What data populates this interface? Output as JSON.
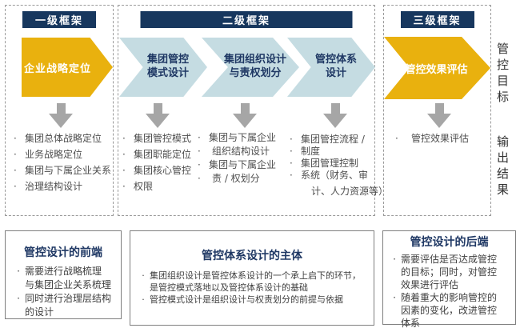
{
  "colors": {
    "navy": "#17375E",
    "title_navy": "#1F3864",
    "gold": "#E9B10E",
    "light_blue": "#C5DCE2",
    "arrow_gray": "#A6A6A6",
    "text_gray": "#4D4D4D",
    "box_text": "#404040",
    "border_dash": "#9A9A9A",
    "border_solid": "#7F7F7F",
    "side_label": "#333333"
  },
  "glyphs": {
    "bullet": "·"
  },
  "panels": {
    "level1": {
      "header": "一级框架",
      "arrow_label": "企业战略定位",
      "outputs": [
        "集团总体战略定位",
        "业务战略定位",
        "集团与下属企业关系",
        "治理结构设计"
      ]
    },
    "level2": {
      "header": "二级框架",
      "steps": [
        {
          "label": [
            "集团管控",
            "模式设计"
          ],
          "outputs": [
            "集团管控模式",
            "集团职能定位",
            "集团核心管控",
            "权限"
          ]
        },
        {
          "label": [
            "集团组织设计",
            "与责权划分"
          ],
          "outputs": [
            "集团与下属企业",
            "组织结构设计",
            "集团与下属企业",
            "责 / 权划分"
          ]
        },
        {
          "label": [
            "管控体系",
            "设计"
          ],
          "outputs": [
            "集团管控流程 /",
            "制度",
            "集团管理控制",
            "系统（财务、审"
          ],
          "outputs_continuation": "计、人力资源等）"
        }
      ]
    },
    "level3": {
      "header": "三级框架",
      "arrow_label": "管控效果评估",
      "outputs": [
        "管控效果评估"
      ]
    }
  },
  "side_labels": {
    "goal": "管控目标",
    "output": "输出结果"
  },
  "bottom_boxes": [
    {
      "title": "管控设计的前端",
      "bullets": [
        [
          "需要进行战略梳理",
          "与集团企业关系梳理"
        ],
        [
          "同时进行治理层结构",
          "的设计"
        ]
      ]
    },
    {
      "title": "管控体系设计的主体",
      "bullets": [
        [
          "集团组织设计是管控体系设计的一个承上启下的环节，",
          "是管控模式落地以及管控体系设计的基础"
        ],
        [
          "管控模式设计是组织设计与权责划分的前提与依据"
        ]
      ]
    },
    {
      "title": "管控设计的后端",
      "bullets": [
        [
          "需要评估是否达成管控",
          "的目标；同时，对管控",
          "效果进行评估"
        ],
        [
          "随着重大的影响管控的",
          "因素的变化，改进管控",
          "体系"
        ]
      ]
    }
  ]
}
